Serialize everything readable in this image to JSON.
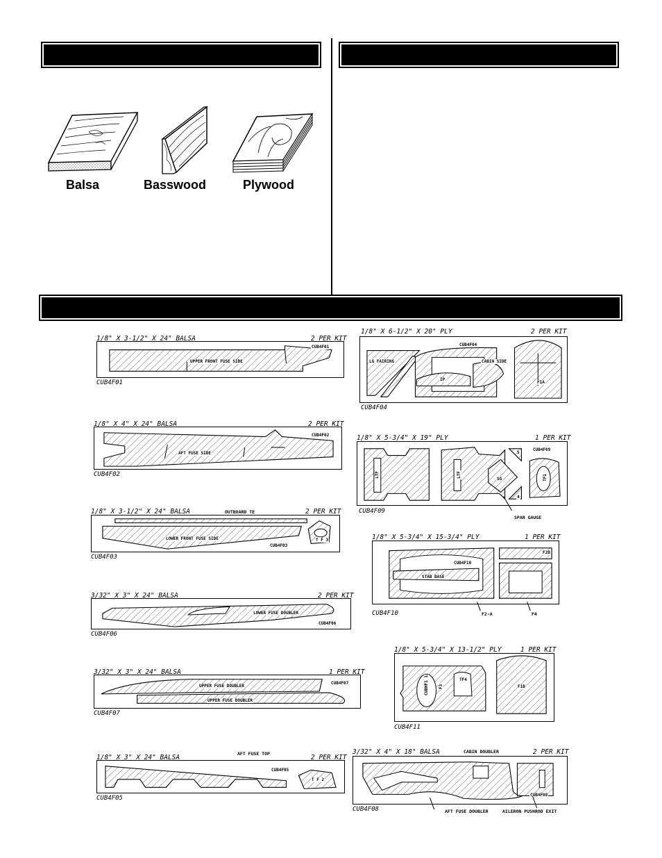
{
  "wood_types": [
    {
      "label": "Balsa"
    },
    {
      "label": "Basswood"
    },
    {
      "label": "Plywood"
    }
  ],
  "sheets": {
    "f01": {
      "spec": "1/8\" X 3-1/2\" X 24\" BALSA",
      "qty": "2 PER KIT",
      "code": "CUB4F01",
      "inner_code": "CUB4F01",
      "parts": [
        "UPPER FRONT FUSE SIDE"
      ]
    },
    "f02": {
      "spec": "1/8\" X 4\" X 24\" BALSA",
      "qty": "2 PER KIT",
      "code": "CUB4F02",
      "inner_code": "CUB4F02",
      "parts": [
        "AFT FUSE SIDE"
      ]
    },
    "f03": {
      "spec": "1/8\" X 3-1/2\" X 24\" BALSA",
      "qty": "2 PER KIT",
      "code": "CUB4F03",
      "inner_code": "CUB4F03",
      "parts": [
        "LOWER FRONT FUSE SIDE",
        "T F 3"
      ],
      "callouts": [
        "OUTBOARD TE"
      ]
    },
    "f06": {
      "spec": "3/32\" X 3\" X 24\" BALSA",
      "qty": "2 PER KIT",
      "code": "CUB4F06",
      "inner_code": "CUB4F06",
      "parts": [
        "LOWER FUSE DOUBLER"
      ]
    },
    "f07": {
      "spec": "3/32\" X 3\" X 24\" BALSA",
      "qty": "1 PER KIT",
      "code": "CUB4F07",
      "inner_code": "CUB4F07",
      "parts": [
        "UPPER FUSE DOUBLER",
        "UPPER FUSE DOUBLER"
      ]
    },
    "f05": {
      "spec": "1/8\" X 3\" X 24\" BALSA",
      "qty": "2 PER KIT",
      "code": "CUB4F05",
      "inner_code": "CUB4F05",
      "parts": [
        "T F 2"
      ],
      "callouts": [
        "AFT FUSE TOP"
      ]
    },
    "f04": {
      "spec": "1/8\" X 6-1/2\" X 20\" PLY",
      "qty": "2 PER KIT",
      "code": "CUB4F04",
      "inner_code": "CUB4F04",
      "parts": [
        "LG FAIRING",
        "CABIN SIDE",
        "IP",
        "F1A"
      ]
    },
    "f09": {
      "spec": "1/8\" X 5-3/4\" X 19\" PLY",
      "qty": "1 PER KIT",
      "code": "CUB4F09",
      "inner_code": "CUB4F09",
      "parts": [
        "LTF",
        "LTF",
        "SG",
        "TF1",
        "5",
        "4"
      ],
      "callouts": [
        "SPAR GAUGE"
      ]
    },
    "f10": {
      "spec": "1/8\" X 5-3/4\" X 15-3/4\" PLY",
      "qty": "1 PER KIT",
      "code": "CUB4F10",
      "inner_code": "CUB4F10",
      "parts": [
        "STAB BASE",
        "F2B"
      ],
      "callouts": [
        "F2-A",
        "F4"
      ]
    },
    "f11": {
      "spec": "1/8\" X 5-3/4\" X 13-1/2\" PLY",
      "qty": "1 PER KIT",
      "code": "CUB4F11",
      "parts": [
        "CUBHF1 1",
        "F3",
        "TF4",
        "F1B"
      ]
    },
    "f08": {
      "spec": "3/32\" X 4\" X 18\" BALSA",
      "qty": "2 PER KIT",
      "code": "CUB4F08",
      "inner_code": "CUB4F08",
      "callouts": [
        "CABIN DOUBLER",
        "AFT FUSE DOUBLER",
        "AILERON PUSHROD EXIT"
      ]
    }
  }
}
